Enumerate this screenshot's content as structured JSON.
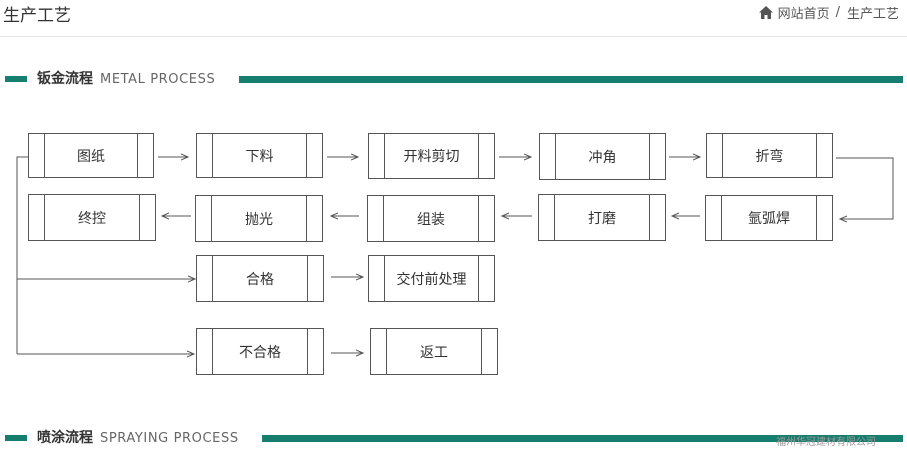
{
  "page": {
    "title": "生产工艺",
    "breadcrumb": {
      "home_label": "网站首页",
      "separator": "/",
      "current": "生产工艺"
    }
  },
  "sections": [
    {
      "title_cn": "钣金流程",
      "title_en": "METAL PROCESS"
    },
    {
      "title_cn": "喷涂流程",
      "title_en": "SPRAYING PROCESS"
    }
  ],
  "flow": {
    "steps": {
      "tuzhi": "图纸",
      "xialiao": "下料",
      "kailiao": "开料剪切",
      "chongjiao": "冲角",
      "zhewan": "折弯",
      "zhongkong": "终控",
      "paoguang": "抛光",
      "zuzhuang": "组装",
      "damo": "打磨",
      "yahuhan": "氩弧焊",
      "hege": "合格",
      "jiaofu": "交付前处理",
      "buhege": "不合格",
      "fangong": "返工"
    }
  },
  "watermark": "福州华冠建材有限公司",
  "colors": {
    "accent": "#157e6e",
    "box_border": "#555555",
    "arrow": "#555555"
  },
  "icons": {
    "home": "home-icon"
  }
}
